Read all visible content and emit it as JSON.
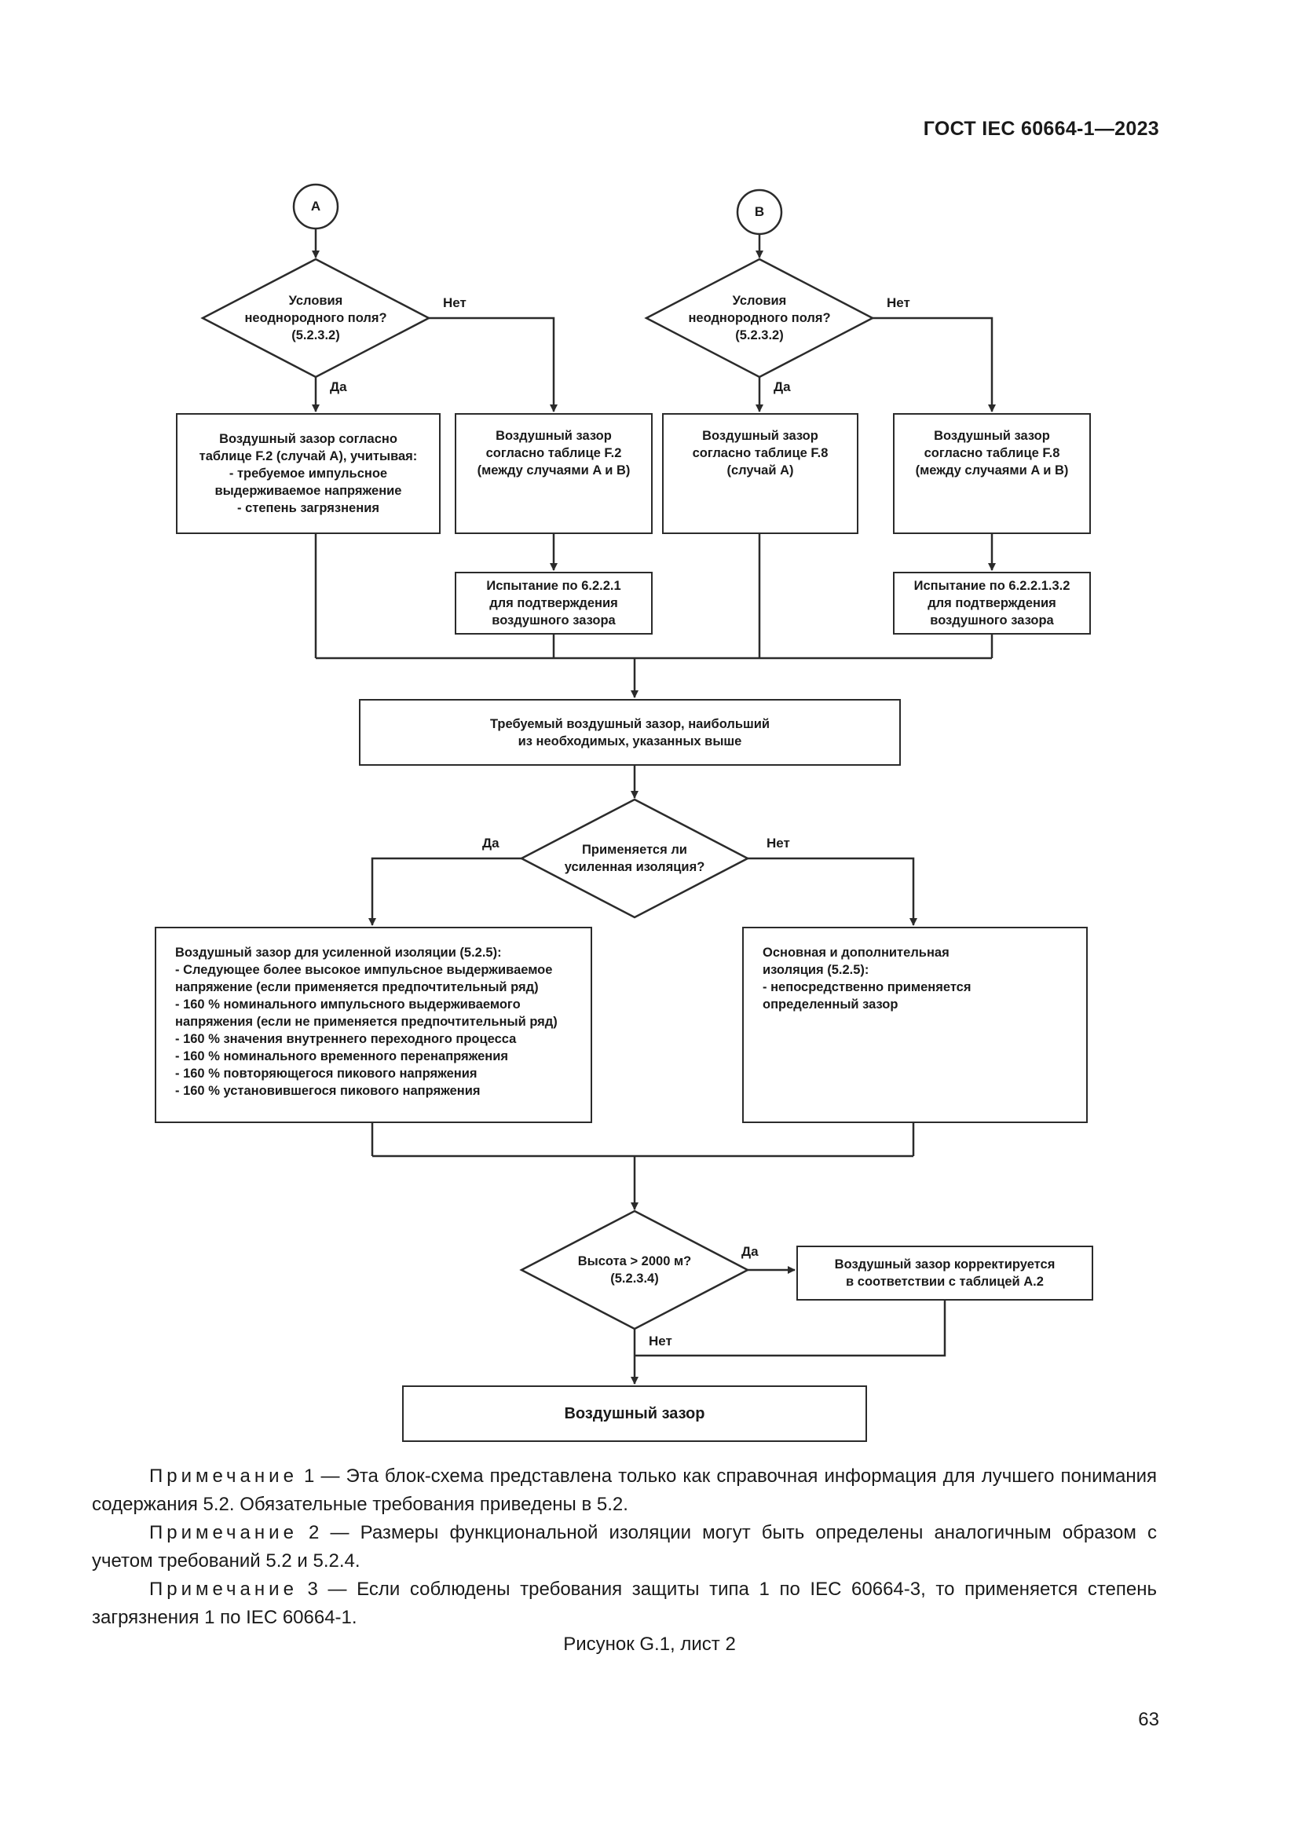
{
  "header": {
    "standard": "ГОСТ IEC 60664-1—2023"
  },
  "flowchart": {
    "connector_a": "A",
    "connector_b": "B",
    "decision_field_a": "Условия\nнеоднородного поля?\n(5.2.3.2)",
    "decision_field_b": "Условия\nнеоднородного поля?\n(5.2.3.2)",
    "box_case_a_detail": "Воздушный зазор согласно\nтаблице F.2 (случай A), учитывая:\n- требуемое импульсное\nвыдерживаемое напряжение\n- степень загрязнения",
    "box_f2_between": "Воздушный зазор\nсогласно таблице F.2\n(между случаями A и B)",
    "box_f8_case_a": "Воздушный зазор\nсогласно таблице F.8\n(случай A)",
    "box_f8_between": "Воздушный зазор\nсогласно таблице F.8\n(между случаями A и B)",
    "box_test_6221": "Испытание по 6.2.2.1\nдля подтверждения\nвоздушного зазора",
    "box_test_622132": "Испытание по 6.2.2.1.3.2\nдля подтверждения\nвоздушного зазора",
    "box_required": "Требуемый воздушный зазор, наибольший\nиз необходимых, указанных выше",
    "decision_reinforced": "Применяется ли\nусиленная изоляция?",
    "box_reinforced": "Воздушный зазор для усиленной изоляции (5.2.5):\n - Следующее более высокое импульсное выдерживаемое\nнапряжение (если применяется предпочтительный ряд)\n- 160 % номинального импульсного выдерживаемого\nнапряжения (если не применяется предпочтительный ряд)\n- 160 % значения внутреннего переходного процесса\n- 160 % номинального временного перенапряжения\n- 160 % повторяющегося пикового напряжения\n- 160 % установившегося пикового напряжения",
    "box_basic": "Основная и дополнительная\nизоляция (5.2.5):\n- непосредственно применяется\nопределенный зазор",
    "decision_altitude": "Высота > 2000 м?\n(5.2.3.4)",
    "box_altitude_correction": "Воздушный зазор корректируется\nв соответствии с таблицей A.2",
    "box_final": "Воздушный зазор",
    "label_yes": "Да",
    "label_no": "Нет"
  },
  "notes": [
    {
      "label": "Примечание",
      "num": "1",
      "text": "— Эта блок-схема представлена только как справочная информация для лучшего понимания содержания 5.2. Обязательные требования приведены в 5.2."
    },
    {
      "label": "Примечание",
      "num": "2",
      "text": "— Размеры функциональной изоляции могут быть определены аналогичным образом с  учетом требований 5.2 и 5.2.4."
    },
    {
      "label": "Примечание",
      "num": "3",
      "text": "— Если соблюдены требования защиты типа 1 по IEC 60664-3, то применяется степень загрязнения 1 по IEC 60664-1."
    }
  ],
  "caption": "Рисунок G.1, лист 2",
  "page_number": "63"
}
